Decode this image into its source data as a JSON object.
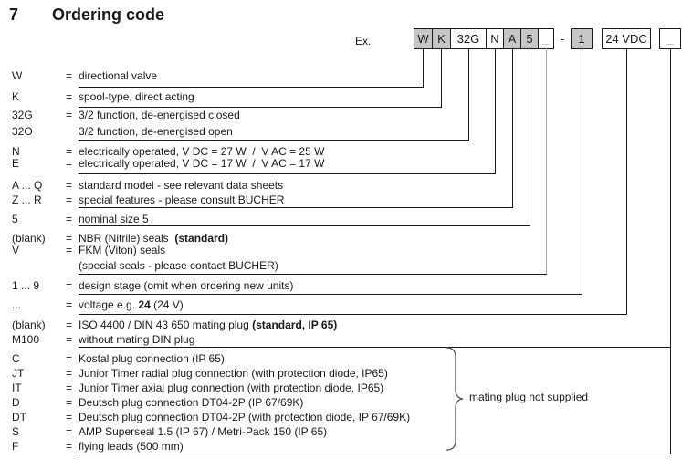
{
  "title": {
    "number": "7",
    "text": "Ordering code"
  },
  "example": {
    "label": "Ex.",
    "boxes": [
      {
        "text": "W",
        "fill": "gray"
      },
      {
        "text": "K",
        "fill": "gray"
      },
      {
        "text": "32G",
        "fill": "white"
      },
      {
        "text": "N",
        "fill": "white"
      },
      {
        "text": "A",
        "fill": "gray"
      },
      {
        "text": "5",
        "fill": "gray"
      },
      {
        "text": "_",
        "fill": "white",
        "muted": true
      },
      {
        "text": "-",
        "separator": true
      },
      {
        "text": "1",
        "fill": "gray"
      },
      {
        "text": "24 VDC",
        "fill": "white"
      },
      {
        "text": "_",
        "fill": "white",
        "muted": true
      }
    ]
  },
  "rows": [
    {
      "code": "W",
      "eq": "=",
      "segments": [
        {
          "t": "directional valve"
        }
      ]
    },
    {
      "code": "K",
      "eq": "=",
      "segments": [
        {
          "t": "spool-type, direct acting"
        }
      ]
    },
    {
      "code": "32G",
      "eq": "=",
      "segments": [
        {
          "t": "3/2 function, de-energised closed"
        }
      ]
    },
    {
      "code": "32O",
      "eq": "",
      "segments": [
        {
          "t": "3/2 function, de-energised open"
        }
      ]
    },
    {
      "code": "N",
      "eq": "=",
      "segments": [
        {
          "t": "electrically operated, V DC = 27 W  /  V AC = 25 W"
        }
      ]
    },
    {
      "code": "E",
      "eq": "=",
      "segments": [
        {
          "t": "electrically operated, V DC = 17 W  /  V AC = 17 W"
        }
      ]
    },
    {
      "code": "A ... Q",
      "eq": "=",
      "segments": [
        {
          "t": "standard model - see relevant data sheets"
        }
      ]
    },
    {
      "code": "Z ... R",
      "eq": "=",
      "segments": [
        {
          "t": "special features - please consult BUCHER"
        }
      ]
    },
    {
      "code": "5",
      "eq": "=",
      "segments": [
        {
          "t": "nominal size 5"
        }
      ]
    },
    {
      "code": "(blank)",
      "eq": "=",
      "segments": [
        {
          "t": "NBR (Nitrile) seals  "
        },
        {
          "t": "(standard)",
          "b": true
        }
      ]
    },
    {
      "code": "V",
      "eq": "=",
      "segments": [
        {
          "t": "FKM (Viton) seals"
        }
      ]
    },
    {
      "code": "",
      "eq": "",
      "segments": [
        {
          "t": "(special seals - please contact BUCHER)"
        }
      ]
    },
    {
      "code": "1 ... 9",
      "eq": "=",
      "segments": [
        {
          "t": "design stage (omit when ordering new units)"
        }
      ]
    },
    {
      "code": "...",
      "eq": "=",
      "segments": [
        {
          "t": "voltage e.g. "
        },
        {
          "t": "24",
          "b": true
        },
        {
          "t": " (24 V)"
        }
      ]
    },
    {
      "code": "(blank)",
      "eq": "=",
      "segments": [
        {
          "t": "ISO 4400 / DIN 43 650 mating plug "
        },
        {
          "t": "(standard, IP 65)",
          "b": true
        }
      ]
    },
    {
      "code": "M100",
      "eq": "=",
      "segments": [
        {
          "t": "without mating DIN plug"
        }
      ]
    },
    {
      "code": "C",
      "eq": "=",
      "segments": [
        {
          "t": "Kostal plug connection (IP 65)"
        }
      ]
    },
    {
      "code": "JT",
      "eq": "=",
      "segments": [
        {
          "t": "Junior Timer radial plug connection (with protection diode, IP65)"
        }
      ]
    },
    {
      "code": "IT",
      "eq": "=",
      "segments": [
        {
          "t": "Junior Timer axial plug connection (with protection diode, IP65)"
        }
      ]
    },
    {
      "code": "D",
      "eq": "=",
      "segments": [
        {
          "t": "Deutsch plug connection DT04-2P (IP 67/69K)"
        }
      ]
    },
    {
      "code": "DT",
      "eq": "=",
      "segments": [
        {
          "t": "Deutsch plug connection DT04-2P (with protection diode, IP 67/69K)"
        }
      ]
    },
    {
      "code": "S",
      "eq": "=",
      "segments": [
        {
          "t": "AMP Superseal 1.5 (IP 67) / Metri-Pack 150 (IP 65)"
        }
      ]
    },
    {
      "code": "F",
      "eq": "=",
      "segments": [
        {
          "t": "flying leads (500 mm)"
        }
      ]
    }
  ],
  "brace_note": "mating plug not supplied",
  "colors": {
    "box_fill_gray": "#c6c6c6",
    "muted_underscore_gray": "#8f8f8f",
    "gray_connector_line": "#a9a9a9",
    "text_black": "#1a1a1a"
  }
}
